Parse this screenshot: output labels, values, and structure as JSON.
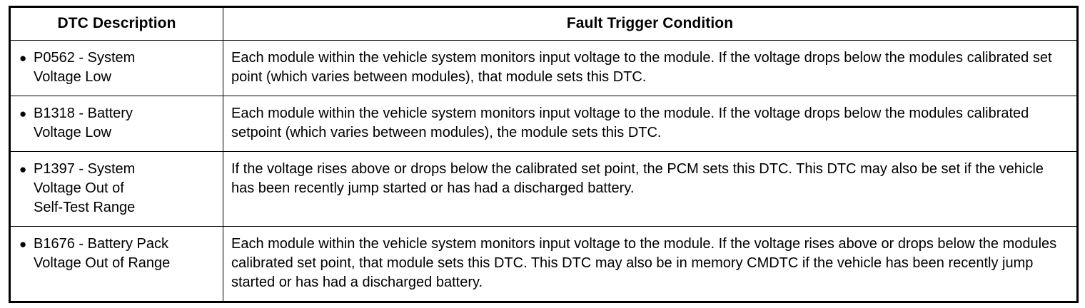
{
  "table": {
    "columns": [
      {
        "key": "dtc_description",
        "label": "DTC Description"
      },
      {
        "key": "fault_trigger_condition",
        "label": "Fault Trigger Condition"
      }
    ],
    "bullet_glyph": "●",
    "rows": [
      {
        "bullet": "●",
        "dtc_description": "P0562 - System\nVoltage Low",
        "fault_trigger_condition": "Each module within the vehicle system monitors input voltage to the module. If the voltage drops below the modules calibrated set point (which varies between modules), that module sets this DTC."
      },
      {
        "bullet": "●",
        "dtc_description": "B1318 - Battery\nVoltage Low",
        "fault_trigger_condition": "Each module within the vehicle system monitors input voltage to the module. If the voltage drops below the modules calibrated setpoint (which varies between modules), the module sets this DTC."
      },
      {
        "bullet": "●",
        "dtc_description": "P1397 - System\nVoltage Out of\nSelf-Test Range",
        "fault_trigger_condition": "If the voltage rises above or drops below the calibrated set point, the PCM sets this DTC. This DTC may also be set if the vehicle has been recently jump started or has had a discharged battery."
      },
      {
        "bullet": "●",
        "dtc_description": "B1676 - Battery Pack\nVoltage Out of Range",
        "fault_trigger_condition": "Each module within the vehicle system monitors input voltage to the module. If the voltage rises above or drops below the modules calibrated set point, that module sets this DTC. This DTC may also be in memory CMDTC if the vehicle has been recently jump started or has had a discharged battery."
      }
    ]
  },
  "colors": {
    "border": "#000000",
    "text": "#000000",
    "background": "#ffffff"
  }
}
